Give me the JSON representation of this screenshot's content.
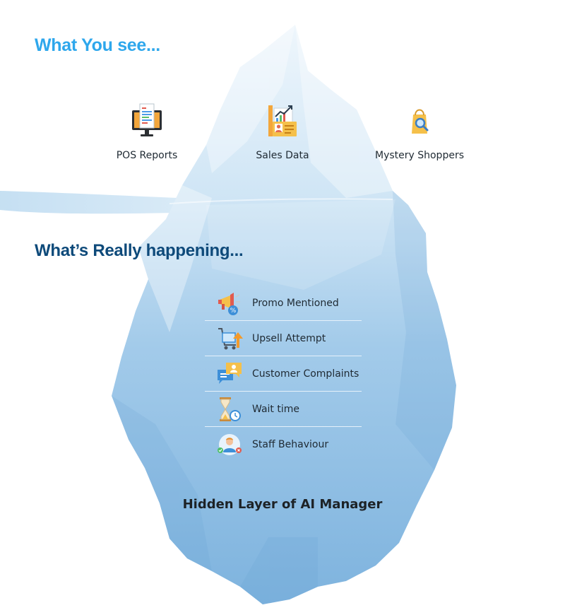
{
  "visible_section": {
    "heading": "What You see...",
    "items": [
      {
        "label": "POS Reports",
        "icon": "monitor-report-icon"
      },
      {
        "label": "Sales Data",
        "icon": "sales-chart-icon"
      },
      {
        "label": "Mystery Shoppers",
        "icon": "shopping-bag-search-icon"
      }
    ]
  },
  "hidden_section": {
    "heading": "What’s Really happening...",
    "items": [
      {
        "label": "Promo Mentioned",
        "icon": "megaphone-percent-icon"
      },
      {
        "label": "Upsell Attempt",
        "icon": "cart-arrow-up-icon"
      },
      {
        "label": "Customer Complaints",
        "icon": "chat-person-icon"
      },
      {
        "label": "Wait time",
        "icon": "hourglass-clock-icon"
      },
      {
        "label": "Staff Behaviour",
        "icon": "staff-rating-icon"
      }
    ],
    "footer": "Hidden Layer of AI Manager"
  },
  "colors": {
    "top_heading": "#2ea7ec",
    "bottom_heading": "#0e4a7a",
    "ice_light": "#e4f1fa",
    "ice_deep": "#7fb4e0"
  }
}
